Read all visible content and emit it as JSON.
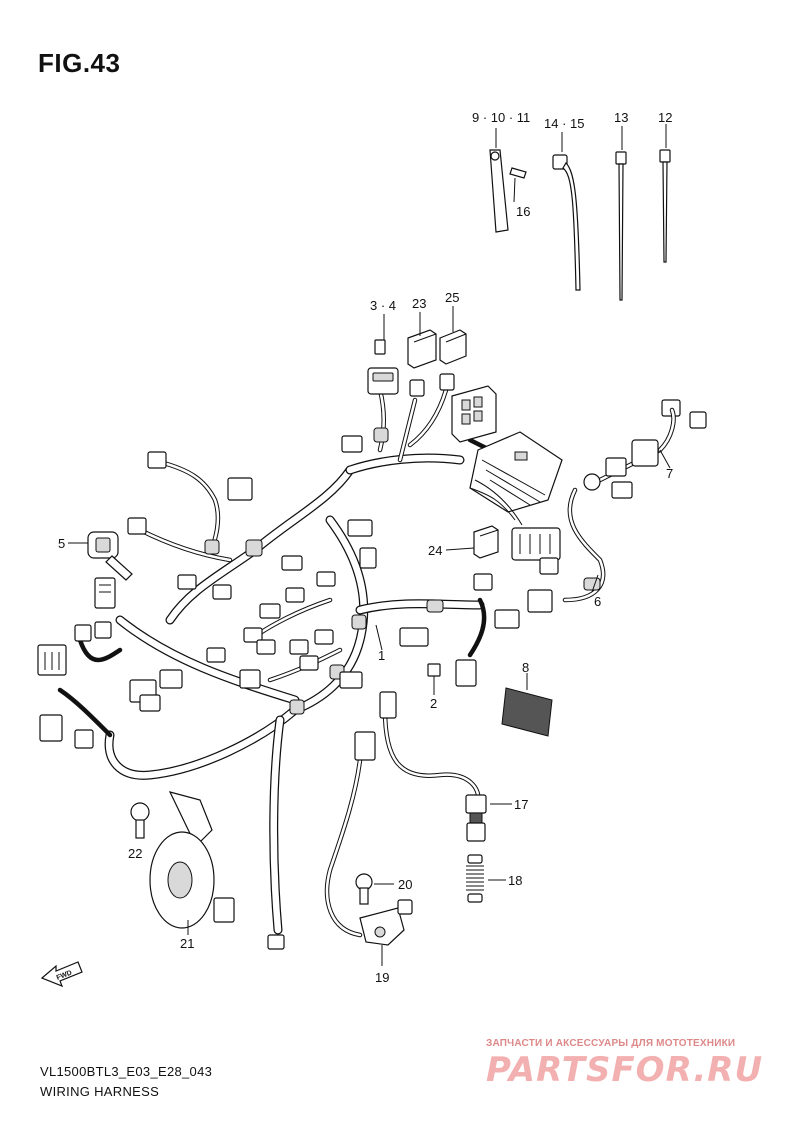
{
  "figure": {
    "title": "FIG.43"
  },
  "callouts": {
    "c1": "1",
    "c2": "2",
    "c34": "3 · 4",
    "c5": "5",
    "c6": "6",
    "c7": "7",
    "c8": "8",
    "c91011": "9 · 10 · 11",
    "c12": "12",
    "c13": "13",
    "c1415": "14 · 15",
    "c16": "16",
    "c17": "17",
    "c18": "18",
    "c19": "19",
    "c20": "20",
    "c21": "21",
    "c22": "22",
    "c23": "23",
    "c24": "24",
    "c25": "25"
  },
  "fwd_label": "FWD",
  "footer": {
    "model_code": "VL1500BTL3_E03_E28_043",
    "section_name": "WIRING HARNESS"
  },
  "watermark": {
    "caption": "ЗАПЧАСТИ И АКСЕССУАРЫ ДЛЯ МОТОТЕХНИКИ",
    "logo_text": "PARTSFOR.RU"
  }
}
